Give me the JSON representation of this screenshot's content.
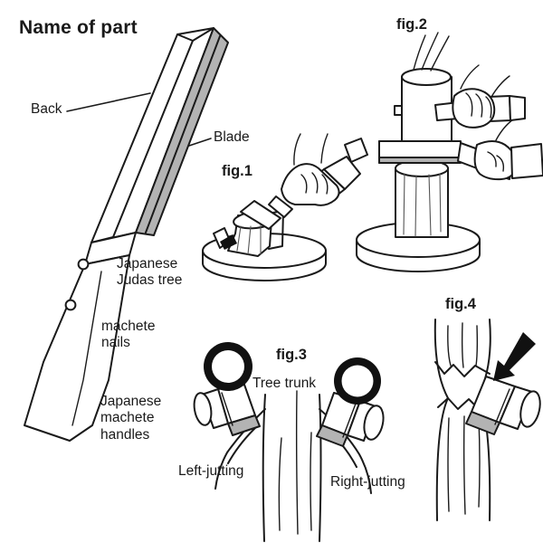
{
  "diagram": {
    "title": "Name of part",
    "background_color": "#ffffff",
    "ink_color": "#1a1a1a",
    "blade_fill_color": "#b3b3b3"
  },
  "part_labels": {
    "back": "Back",
    "blade": "Blade",
    "handle_material": "Japanese\nJudas tree",
    "nails": "machete\nnails",
    "handles": "Japanese\nmachete\nhandles"
  },
  "figures": [
    {
      "id": "fig1",
      "label": "fig.1",
      "caption": "",
      "description": "one hand drives the machete into a short log standing on a chopping block"
    },
    {
      "id": "fig2",
      "label": "fig.2",
      "caption": "",
      "description": "machete laid across a log is struck with a mallet held in the other hand"
    },
    {
      "id": "fig3",
      "label": "fig.3",
      "caption": "",
      "description": "two blade approaches against a tree trunk, marked good with circles"
    },
    {
      "id": "fig4",
      "label": "fig.4",
      "caption": "",
      "description": "blade cutting into a narrowed trunk, direction shown by an arrow"
    }
  ],
  "fig3": {
    "trunk_label": "Tree trunk",
    "left_label": "Left-jutting",
    "right_label": "Right-jutting",
    "marks": [
      {
        "name": "left-ok-mark",
        "symbol": "circle"
      },
      {
        "name": "right-ok-mark",
        "symbol": "circle"
      }
    ]
  },
  "fig4": {
    "arrow_symbol": "arrow-down-left"
  }
}
